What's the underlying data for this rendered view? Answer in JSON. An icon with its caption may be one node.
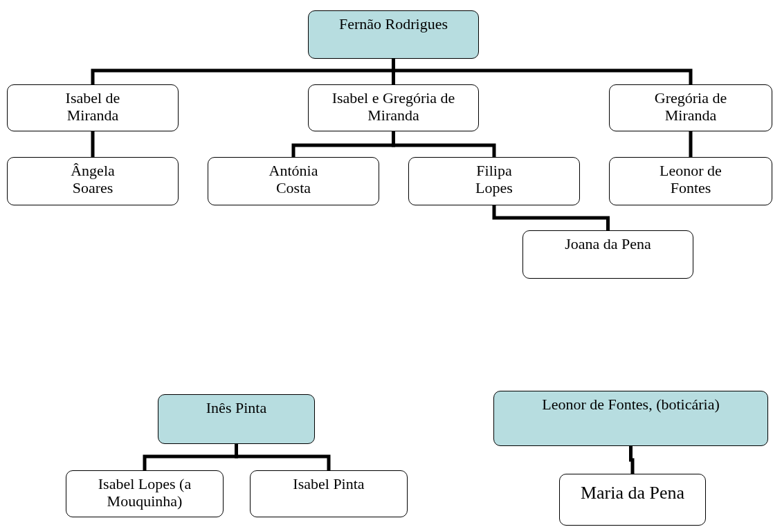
{
  "diagram": {
    "nodes": [
      {
        "text": [
          "Fernão Rodrigues"
        ]
      },
      {
        "text": [
          "Isabel de Miranda"
        ]
      },
      {
        "text": [
          "Isabel e Gregória de Miranda"
        ]
      },
      {
        "text": [
          "Gregória de Miranda"
        ]
      },
      {
        "text": [
          "Ângela Soares"
        ]
      },
      {
        "text": [
          "Antónia Costa"
        ]
      },
      {
        "text": [
          "Filipa Lopes"
        ]
      },
      {
        "text": [
          "Leonor de Fontes"
        ]
      },
      {
        "text": [
          "Joana da Pena"
        ]
      },
      {
        "text": [
          "Inês Pinta"
        ]
      },
      {
        "text": [
          "Isabel Lopes (a Mouquinha)"
        ]
      },
      {
        "text": [
          "Isabel Pinta"
        ]
      },
      {
        "text": [
          "Leonor de Fontes, (boticária)"
        ]
      },
      {
        "text": [
          "Maria da Pena"
        ]
      }
    ],
    "edges": [
      {
        "from": 0,
        "to": 1,
        "arrow": "none"
      },
      {
        "from": 0,
        "to": 2,
        "arrow": "none"
      },
      {
        "from": 0,
        "to": 3,
        "arrow": "none"
      },
      {
        "from": 1,
        "to": 4,
        "arrow": "none"
      },
      {
        "from": 2,
        "to": 5,
        "arrow": "none"
      },
      {
        "from": 2,
        "to": 6,
        "arrow": "none"
      },
      {
        "from": 3,
        "to": 7,
        "arrow": "none"
      },
      {
        "from": 6,
        "to": 8,
        "arrow": "none"
      },
      {
        "from": 9,
        "to": 10,
        "arrow": "none"
      },
      {
        "from": 9,
        "to": 11,
        "arrow": "none"
      },
      {
        "from": 12,
        "to": 13,
        "arrow": "none"
      }
    ]
  }
}
